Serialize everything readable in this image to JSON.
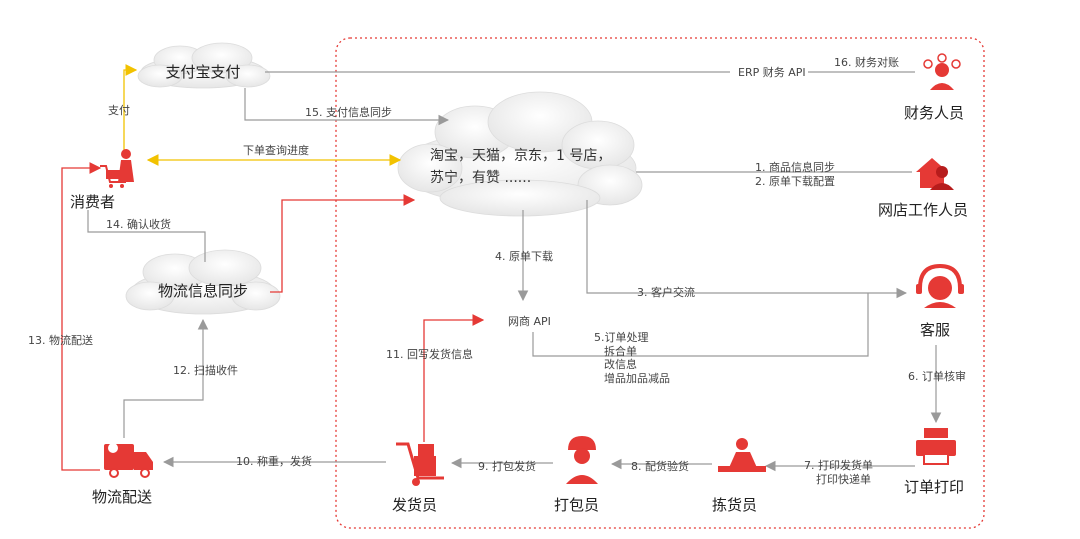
{
  "colors": {
    "accent_red": "#e53935",
    "arrow_gray": "#9a9a9a",
    "arrow_yellow": "#f2c200"
  },
  "nodes": {
    "alipay": "支付宝支付",
    "platforms_line1": "淘宝，天猫，京东，1 号店，",
    "platforms_line2": "苏宁，有赞 ......",
    "logistics_sync": "物流信息同步",
    "consumer": "消费者",
    "logistics": "物流配送",
    "finance": "财务人员",
    "shop_staff": "网店工作人员",
    "customer_service": "客服",
    "print": "订单打印",
    "picker": "拣货员",
    "packer": "打包员",
    "shipper": "发货员",
    "netapi": "网商 API",
    "erp_api": "ERP 财务 API"
  },
  "edges": {
    "pay": "支付",
    "s1_line1": "1. 商品信息同步",
    "s1_line2": "2. 原单下载配置",
    "s3": "3. 客户交流",
    "s4": "4. 原单下载",
    "s5_line1": "5.订单处理",
    "s5_line2": "拆合单",
    "s5_line3": "改信息",
    "s5_line4": "增品加品减品",
    "s6": "6. 订单核审",
    "s7_line1": "7. 打印发货单",
    "s7_line2": "打印快递单",
    "s8": "8. 配货验货",
    "s9": "9. 打包发货",
    "s10": "10. 称重，发货",
    "s11": "11. 回写发货信息",
    "s12": "12. 扫描收件",
    "s13": "13. 物流配送",
    "s14": "14. 确认收货",
    "s15": "15. 支付信息同步",
    "s16": "16. 财务对账",
    "order_query": "下单查询进度"
  },
  "icons": {
    "consumer": "shopping-cart-person-icon",
    "logistics": "delivery-truck-icon",
    "finance": "finance-person-icon",
    "shop_staff": "shop-staff-icon",
    "customer_service": "headset-agent-icon",
    "print": "printer-icon",
    "picker": "picker-icon",
    "packer": "packer-worker-icon",
    "shipper": "hand-truck-icon"
  }
}
